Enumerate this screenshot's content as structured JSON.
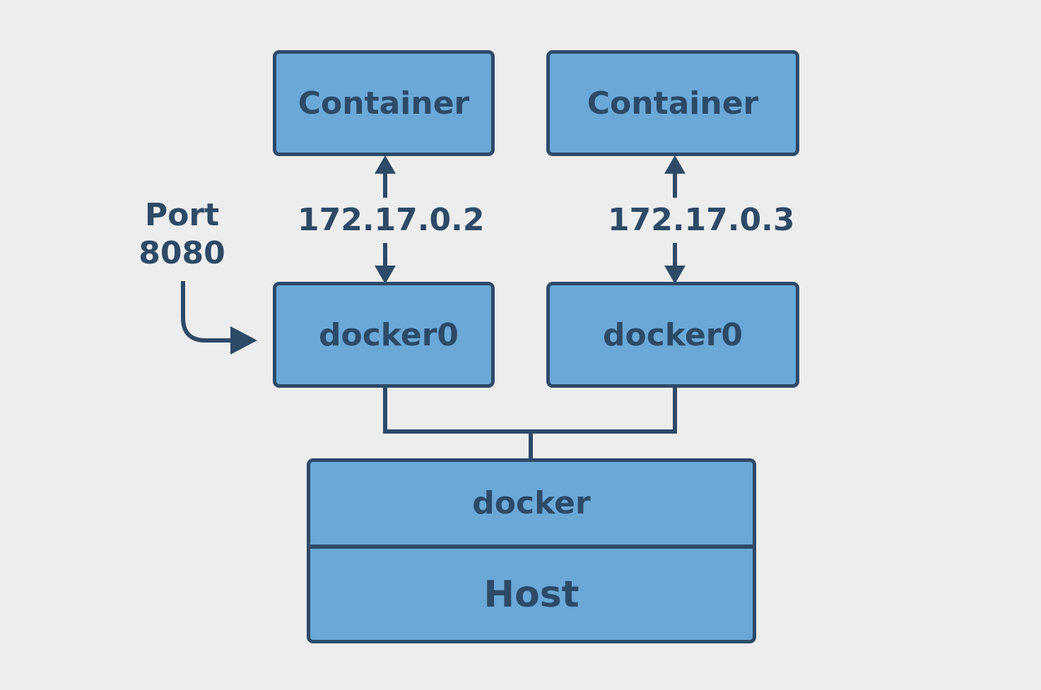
{
  "nodes": {
    "container_1": "Container",
    "container_2": "Container",
    "bridge_1": "docker0",
    "bridge_2": "docker0",
    "docker": "docker",
    "host": "Host"
  },
  "links": {
    "ip_1": "172.17.0.2",
    "ip_2": "172.17.0.3"
  },
  "port": {
    "line1": "Port",
    "line2": "8080"
  },
  "colors": {
    "background": "#ededed",
    "box_fill": "#6aa8d8",
    "stroke": "#2d4a67"
  }
}
